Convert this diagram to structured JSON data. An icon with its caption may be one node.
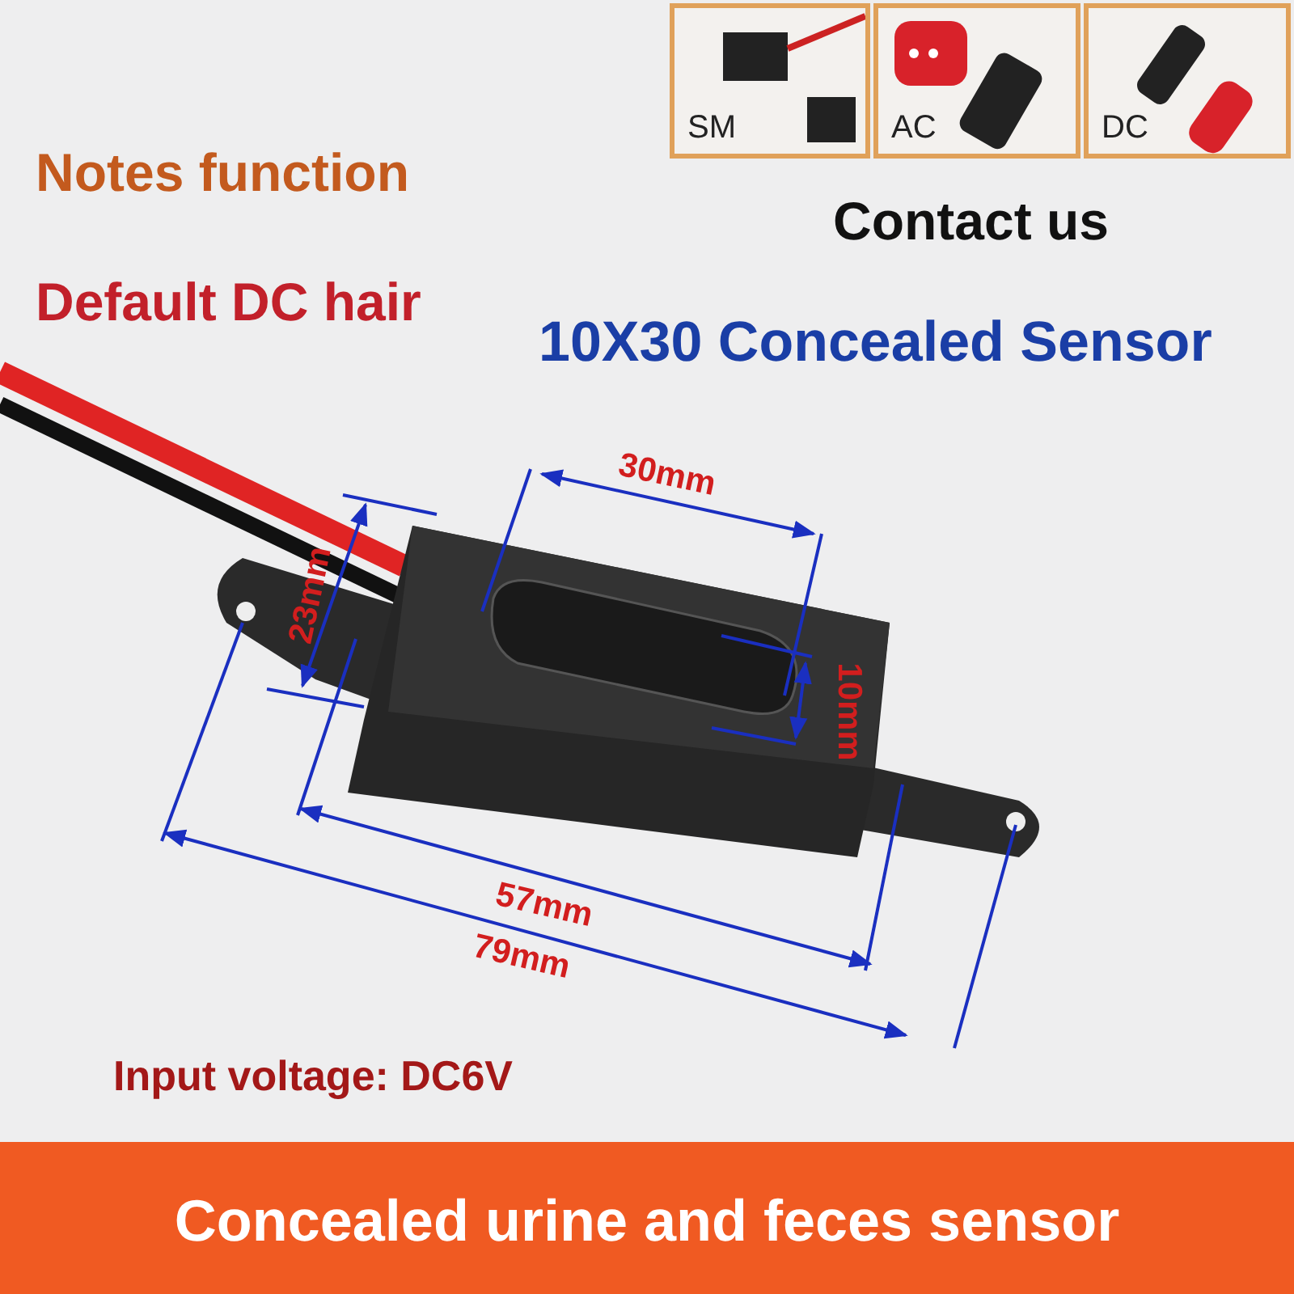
{
  "diagram": {
    "nodes": [
      {
        "text": [
          "SM"
        ]
      },
      {
        "text": [
          "AC"
        ]
      },
      {
        "text": [
          "DC"
        ]
      },
      {
        "text": [
          "Concealed urine and feces sensor"
        ]
      }
    ],
    "labels": [
      "Notes function",
      "Contact us",
      "Default DC hair",
      "10X30 Concealed Sensor",
      "30mm",
      "23mm",
      "10mm",
      "57mm",
      "79mm",
      "Input voltage: DC6V"
    ]
  }
}
